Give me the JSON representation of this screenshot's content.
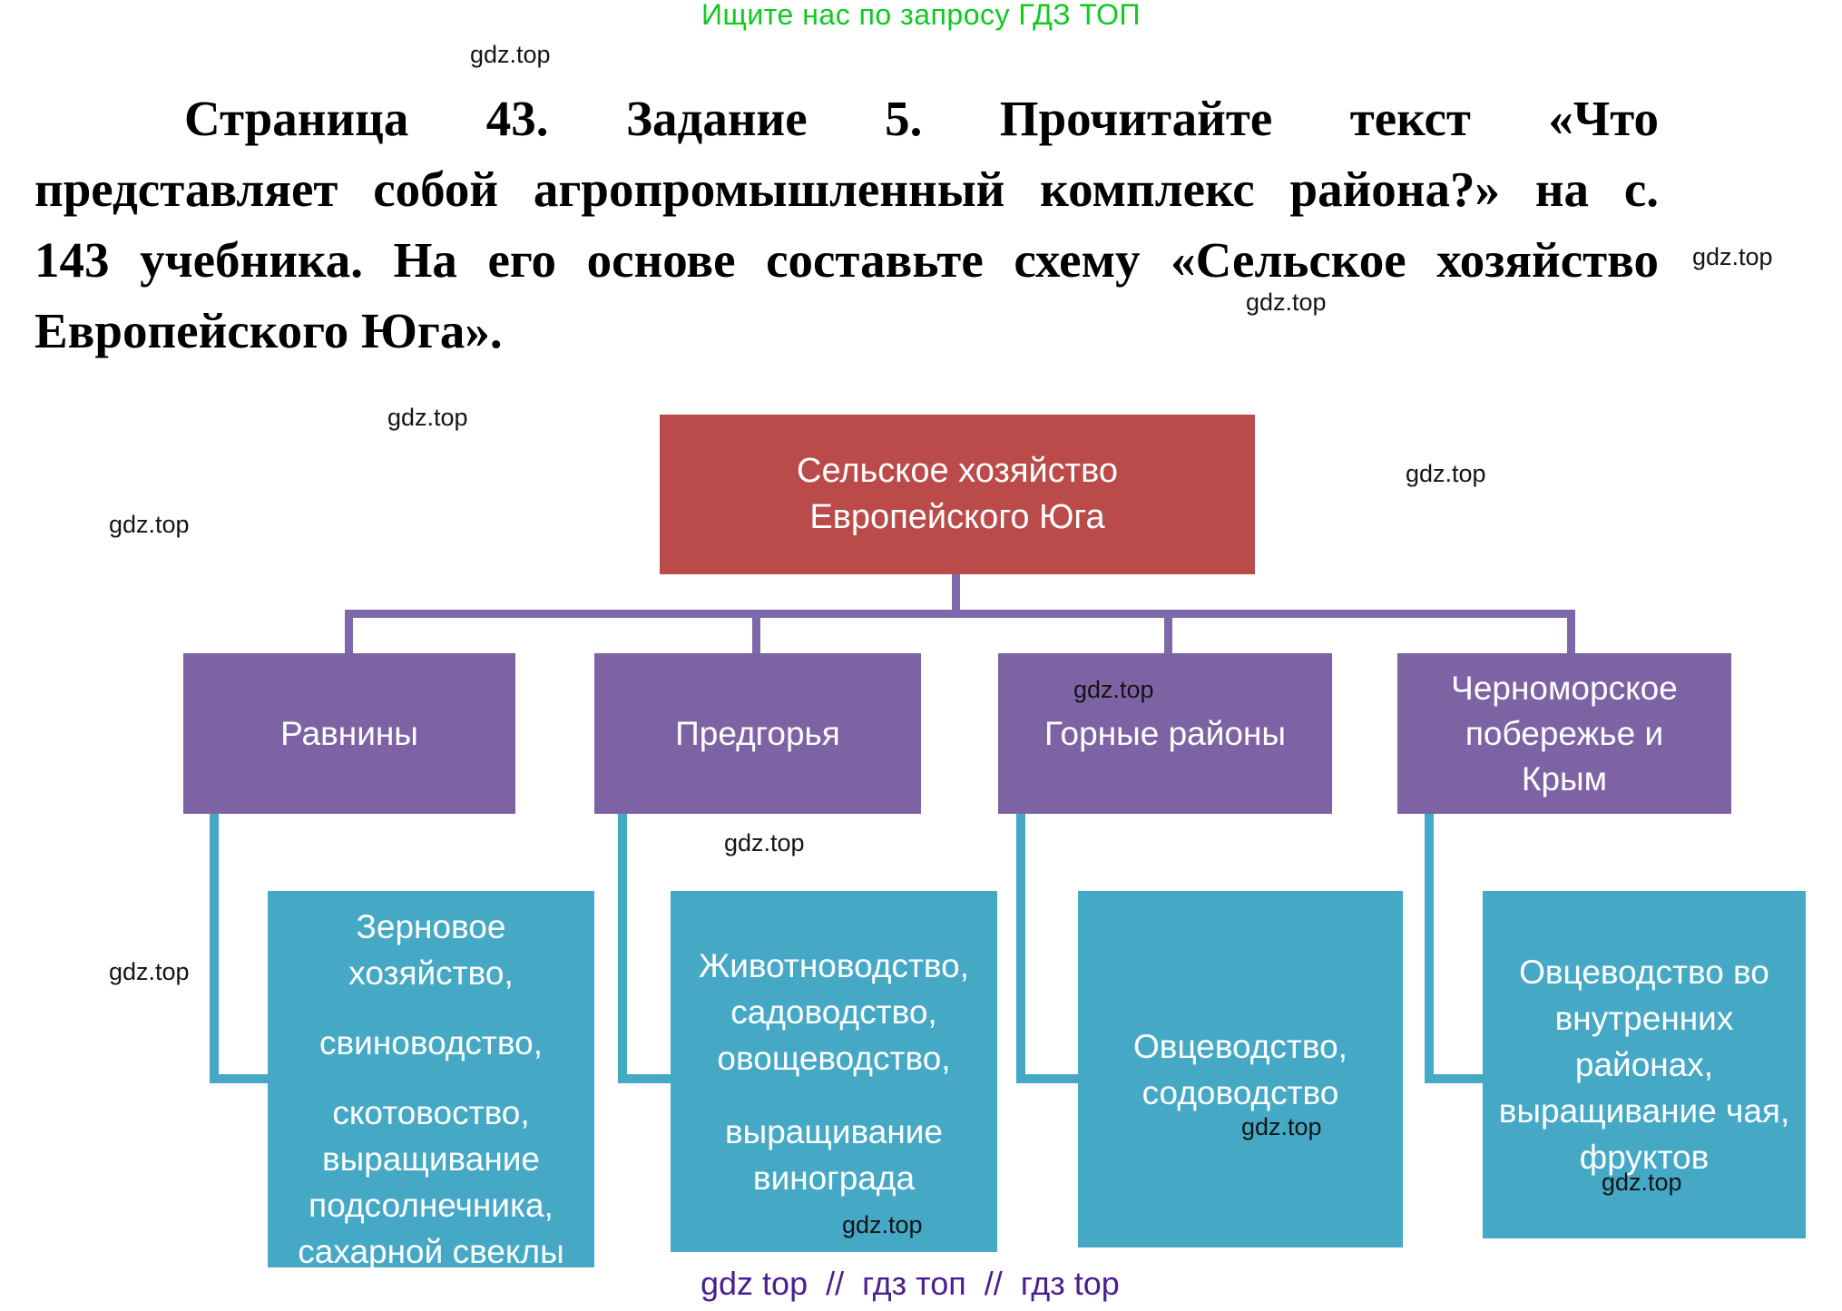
{
  "promo": {
    "text": "Ищите нас по запросу ГДЗ ТОП",
    "color": "#0fc921"
  },
  "watermark": "gdz.top",
  "task": {
    "lines": [
      "Страница 43. Задание 5. Прочитайте текст «Что",
      "представляет собой агропромышленный комплекс района?» на с.",
      "143 учебника. На его основе составьте схему «Сельское хозяйство",
      "Европейского Юга»."
    ]
  },
  "tree": {
    "root": {
      "label": "Сельское хозяйство Европейского Юга",
      "color": "#ba4b4a"
    },
    "branches": [
      {
        "label": "Равнины",
        "details": [
          "Зерновое хозяйство,",
          "свиноводство,",
          "скотовоство, выращивание подсолнечника, сахарной свеклы"
        ]
      },
      {
        "label": "Предгорья",
        "details": [
          "Животноводство, садоводство, овощеводство,",
          "выращивание винограда"
        ]
      },
      {
        "label": "Горные районы",
        "details": [
          "Овцеводство, содоводство"
        ]
      },
      {
        "label": "Черноморское побережье и Крым",
        "details": [
          "Овцеводство во внутренних районах, выращивание чая, фруктов"
        ]
      }
    ],
    "colors": {
      "branch_box": "#7e63a4",
      "detail_box": "#45a9c6",
      "connector_purple": "#7d69aa",
      "connector_teal": "#45a9c6"
    }
  },
  "footer": {
    "text": "gdz top  //  гдз топ  //  гдз top",
    "color": "#4b1f8f"
  }
}
